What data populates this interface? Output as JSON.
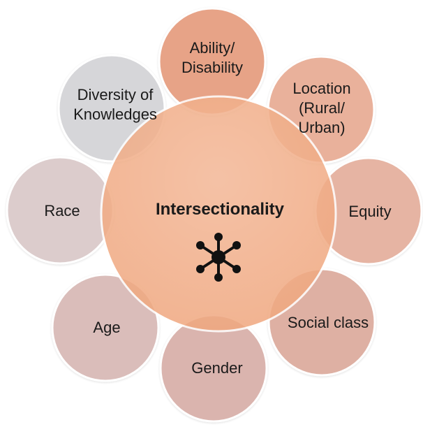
{
  "center": {
    "label": "Intersectionality",
    "icon": "network-hub-icon"
  },
  "outer_circles": [
    {
      "id": "ability",
      "label": "Ability/\nDisability",
      "color": "#e39373"
    },
    {
      "id": "location",
      "label": "Location\n(Rural/\nUrban)",
      "color": "#e6a48a"
    },
    {
      "id": "equity",
      "label": "Equity",
      "color": "#e2a894"
    },
    {
      "id": "social-class",
      "label": "Social class",
      "color": "#d9a394"
    },
    {
      "id": "gender",
      "label": "Gender",
      "color": "#d4a7a0"
    },
    {
      "id": "age",
      "label": "Age",
      "color": "#d4b2ae"
    },
    {
      "id": "race",
      "label": "Race",
      "color": "#d7c4c4"
    },
    {
      "id": "diversity",
      "label": "Diversity of\nKnowledges",
      "color": "#cfcfd3"
    }
  ],
  "colors": {
    "center_fill": "#f0a87f",
    "icon": "#111111"
  }
}
